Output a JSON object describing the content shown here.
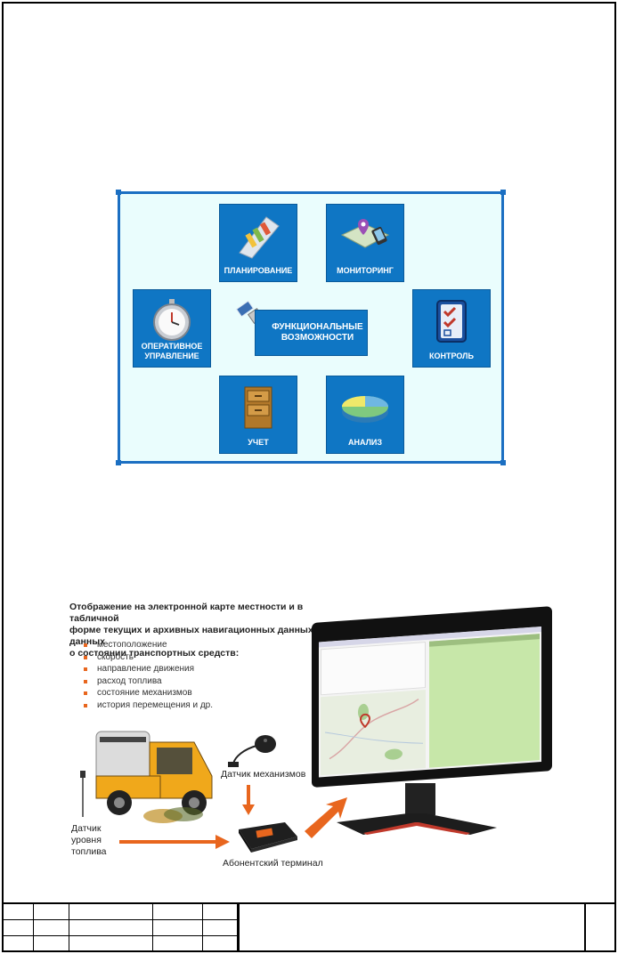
{
  "diagram": {
    "tiles": {
      "planning": "ПЛАНИРОВАНИЕ",
      "monitoring": "МОНИТОРИНГ",
      "operative_1": "ОПЕРАТИВНОЕ",
      "operative_2": "УПРАВЛЕНИЕ",
      "control": "КОНТРОЛЬ",
      "accounting": "УЧЕТ",
      "analysis": "АНАЛИЗ"
    },
    "center_1": "ФУНКЦИОНАЛЬНЫЕ",
    "center_2": "ВОЗМОЖНОСТИ",
    "colors": {
      "tile": "#0f76c4",
      "background": "#eafdfd",
      "border": "#1b6fc2"
    }
  },
  "scheme": {
    "heading_1": "Отображение на электронной карте местности и в табличной",
    "heading_2": "форме текущих и архивных навигационных данных и данных",
    "heading_3": "о состоянии транспортных средств:",
    "features": [
      "местоположение",
      "скорость",
      "направление движения",
      "расход топлива",
      "состояние механизмов",
      "история перемещения и др."
    ],
    "sensor_caption": "Датчик механизмов",
    "fuel_caption_1": "Датчик",
    "fuel_caption_2": "уровня",
    "fuel_caption_3": "топлива",
    "terminal_caption": "Абонентский терминал",
    "colors": {
      "arrow": "#e8661e",
      "bullet": "#e8661e"
    }
  }
}
